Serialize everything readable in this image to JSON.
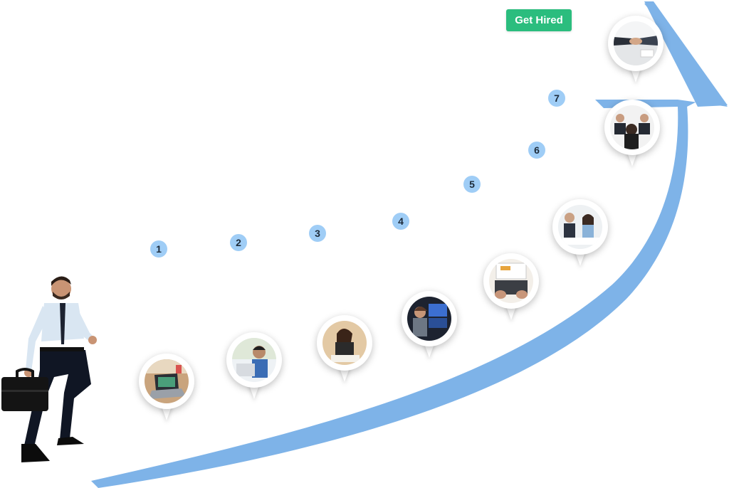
{
  "cta": {
    "label": "Get Hired"
  },
  "steps": [
    {
      "number": "1"
    },
    {
      "number": "2"
    },
    {
      "number": "3"
    },
    {
      "number": "4"
    },
    {
      "number": "5"
    },
    {
      "number": "6"
    },
    {
      "number": "7"
    }
  ],
  "pins": [
    {
      "scene": "laptop-at-desk"
    },
    {
      "scene": "student-with-laptop"
    },
    {
      "scene": "woman-writing"
    },
    {
      "scene": "coding-at-monitors"
    },
    {
      "scene": "typing-on-laptop"
    },
    {
      "scene": "two-person-interview"
    },
    {
      "scene": "panel-interview"
    },
    {
      "scene": "handshake"
    }
  ],
  "colors": {
    "arrow": "#7eb3e8",
    "badge": "#9fcdf6",
    "button": "#2bbd7e"
  }
}
